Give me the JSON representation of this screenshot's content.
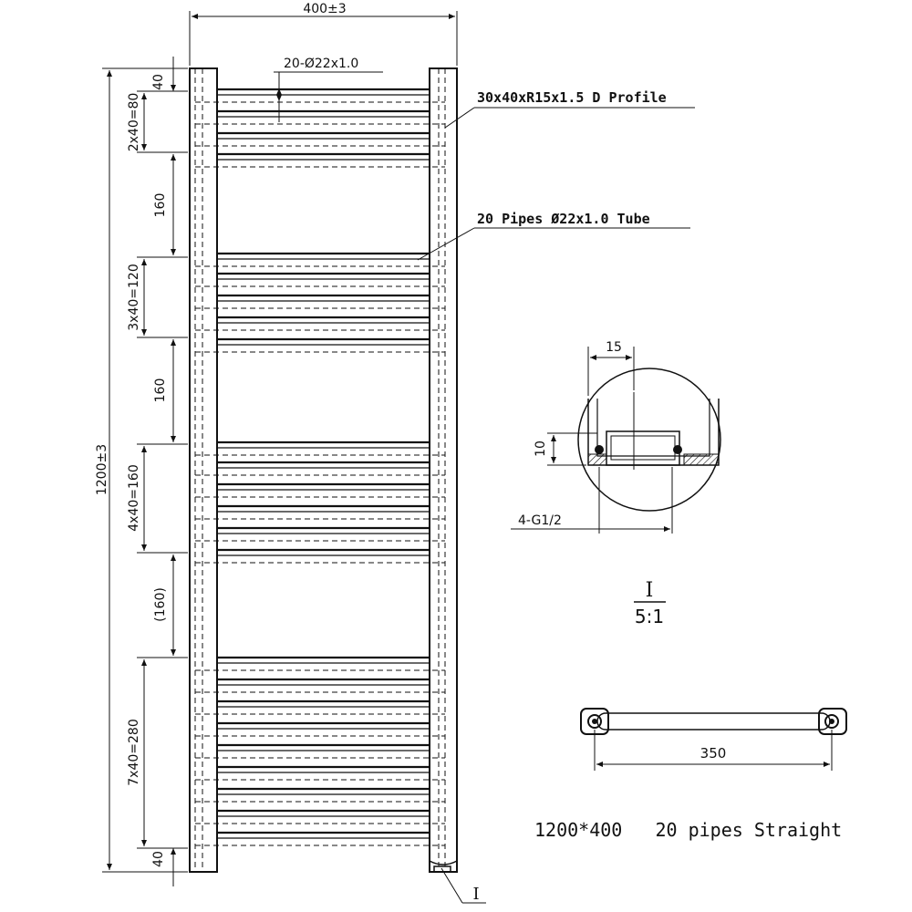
{
  "dims": {
    "overall_width": "400±3",
    "overall_height": "1200±3",
    "top_pipe_note": "20-Ø22x1.0",
    "top_gap": "40",
    "group1": "2x40=80",
    "space1": "160",
    "group2": "3x40=120",
    "space2": "160",
    "group3": "4x40=160",
    "space3": "(160)",
    "group4": "7x40=280",
    "bottom_gap": "40"
  },
  "callouts": {
    "profile": "30x40xR15x1.5 D Profile",
    "pipes": "20 Pipes Ø22x1.0 Tube"
  },
  "detail": {
    "dim_15": "15",
    "dim_10": "10",
    "thread": "4-G1/2",
    "label": "I",
    "scale": "5:1",
    "marker": "I"
  },
  "bracket": {
    "dim": "350"
  },
  "caption": "1200*400   20 pipes Straight"
}
